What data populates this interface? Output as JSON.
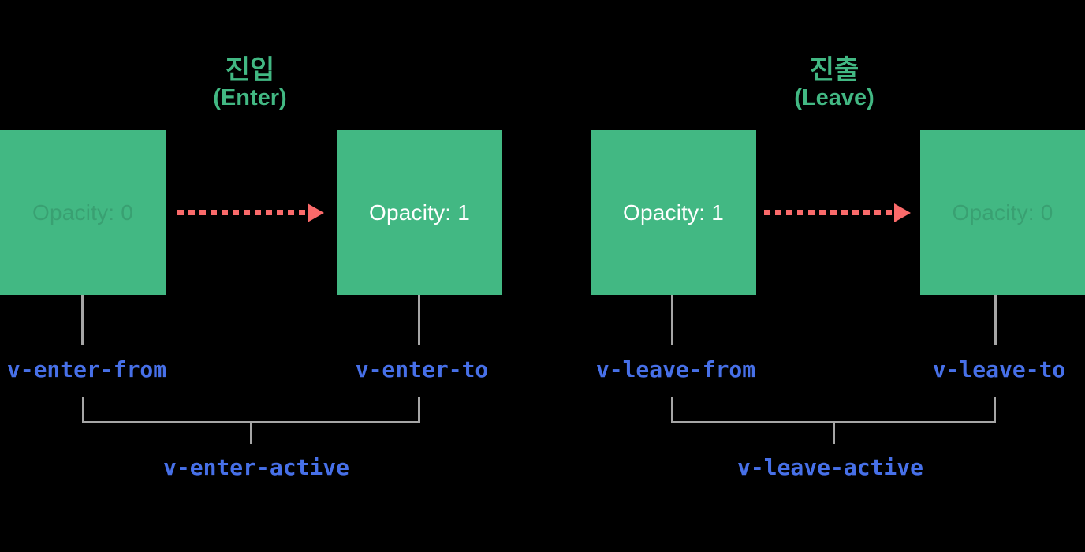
{
  "colors": {
    "background": "#000000",
    "box_green": "#42b883",
    "title_green": "#42b883",
    "arrow_red": "#fa6a6a",
    "connector_gray": "#a6a6a6",
    "code_blue": "#4770e8",
    "opacity_visible_text": "#ffffff"
  },
  "enter": {
    "title_ko": "진입",
    "title_en": "(Enter)",
    "from_opacity": "Opacity: 0",
    "to_opacity": "Opacity: 1",
    "from_class": "v-enter-from",
    "to_class": "v-enter-to",
    "active_class": "v-enter-active"
  },
  "leave": {
    "title_ko": "진출",
    "title_en": "(Leave)",
    "from_opacity": "Opacity: 1",
    "to_opacity": "Opacity: 0",
    "from_class": "v-leave-from",
    "to_class": "v-leave-to",
    "active_class": "v-leave-active"
  }
}
